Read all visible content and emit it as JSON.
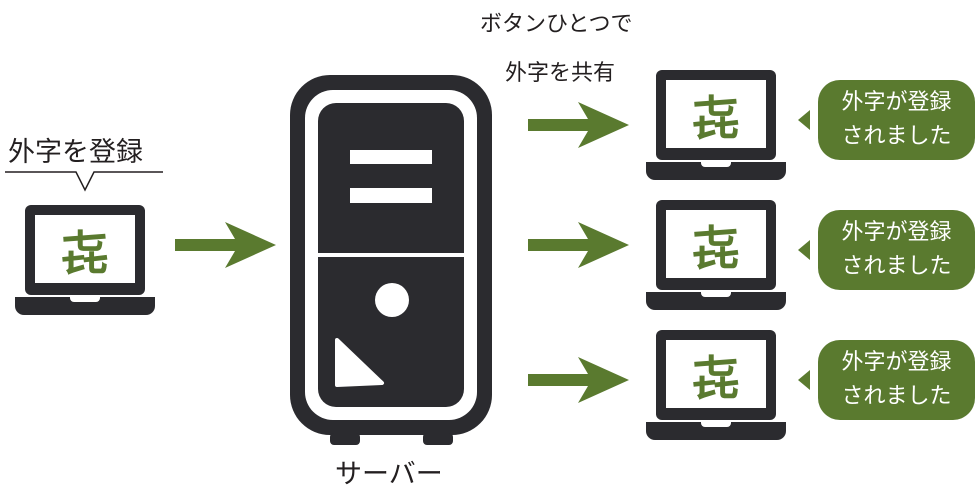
{
  "left_label": "外字を登録",
  "glyph": "㐂",
  "top_text": [
    "ボタンひとつで",
    "外字を共有"
  ],
  "server_label": "サーバー",
  "bubble": [
    "外字が登録",
    "されました"
  ],
  "colors": {
    "green": "#5a7a2f",
    "dark": "#2b2b2f"
  }
}
